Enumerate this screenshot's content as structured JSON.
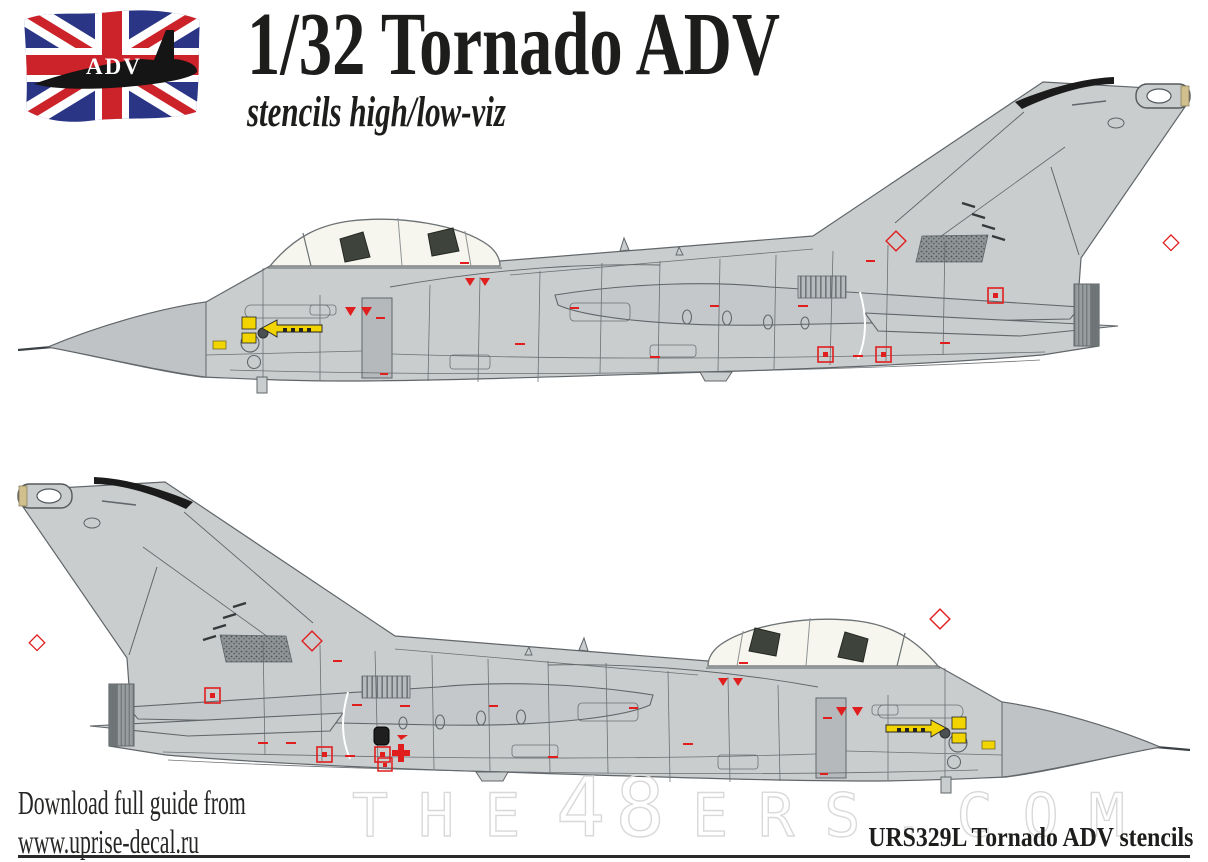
{
  "colors": {
    "flag_blue": "#2a3585",
    "accent_red": "#cc2229",
    "airframe": "#c9cdce",
    "airframe_dark": "#b5b9bb",
    "radome": "#bfc3c5",
    "panel_line": "#61666a",
    "canopy_glass": "#f7f6ee",
    "seat_dark": "#3e443c",
    "leading_edge_black": "#1b1b1b",
    "fin_pod_tan": "#cfc08d",
    "exhaust_gray": "#989ea0",
    "stencil_red": "#e01e1e",
    "stencil_yellow": "#f2d400",
    "watermark_gray": "#d9d9d9",
    "text_black": "#1d1d1b"
  },
  "header": {
    "logo_label": "ADV",
    "title": "1/32 Tornado ADV",
    "subtitle": "stencils high/low-viz"
  },
  "watermark": {
    "part1": "THE",
    "part2": "48",
    "part3": "ERS.COM"
  },
  "footer": {
    "download_line1": "Download full guide from",
    "download_line2": "www.uprise-decal.ru",
    "product_code": "URS329L Tornado ADV stencils"
  }
}
